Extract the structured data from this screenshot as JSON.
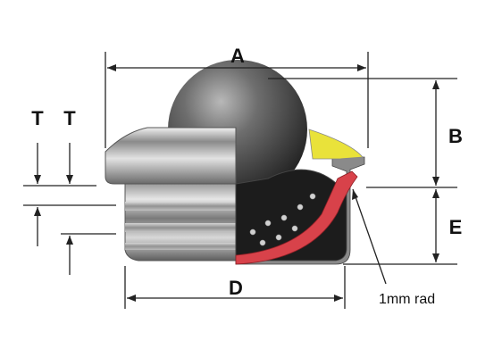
{
  "labels": {
    "a": "A",
    "b": "B",
    "d": "D",
    "e": "E",
    "t_left": "T",
    "t_right": "T",
    "radius_note": "1mm rad"
  },
  "colors": {
    "ball_dark": "#2b2b2b",
    "ball_light": "#9a9a9a",
    "housing_light": "#d9d9d9",
    "housing_dark": "#5a5a5a",
    "cutaway_fill": "#1c1c1c",
    "red_race": "#d8424a",
    "yellow_seal": "#e9e23a",
    "line": "#222222"
  }
}
